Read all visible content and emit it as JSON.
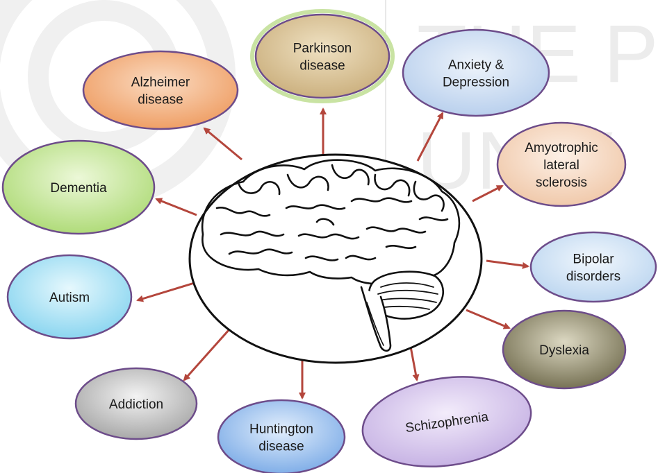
{
  "watermark": {
    "line1": "THE PE",
    "line2": "UNIV"
  },
  "center": {
    "icon": "brain-icon"
  },
  "colors": {
    "arrow": "#b4463c",
    "outline": "#6d4c8a"
  },
  "nodes": [
    {
      "id": "parkinson",
      "lines": [
        "Parkinson",
        "disease"
      ],
      "color": "#d8c49a"
    },
    {
      "id": "anxiety",
      "lines": [
        "Anxiety &",
        "Depression"
      ],
      "color": "#cfe0f3"
    },
    {
      "id": "als",
      "lines": [
        "Amyotrophic",
        "lateral",
        "sclerosis"
      ],
      "color": "#f6dcc6"
    },
    {
      "id": "bipolar",
      "lines": [
        "Bipolar",
        "disorders"
      ],
      "color": "#cfe3f6"
    },
    {
      "id": "dyslexia",
      "lines": [
        "Dyslexia"
      ],
      "color": "#8e8a6c"
    },
    {
      "id": "schizophrenia",
      "lines": [
        "Schizophrenia"
      ],
      "color": "#d8c8ec"
    },
    {
      "id": "huntington",
      "lines": [
        "Huntington",
        "disease"
      ],
      "color": "#9ec4f0"
    },
    {
      "id": "addiction",
      "lines": [
        "Addiction"
      ],
      "color": "#bdbdbd"
    },
    {
      "id": "autism",
      "lines": [
        "Autism"
      ],
      "color": "#a6e2f4"
    },
    {
      "id": "dementia",
      "lines": [
        "Dementia"
      ],
      "color": "#c8e89a"
    },
    {
      "id": "alzheimer",
      "lines": [
        "Alzheimer",
        "disease"
      ],
      "color": "#f2b07e"
    }
  ]
}
